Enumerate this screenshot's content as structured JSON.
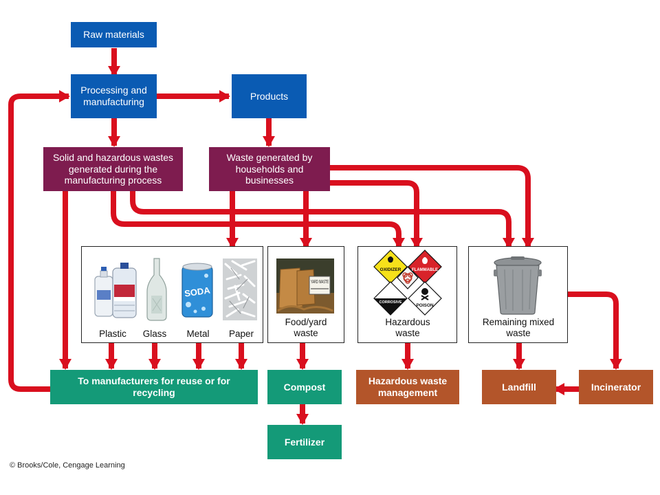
{
  "boxes": {
    "raw_materials": "Raw materials",
    "processing": "Processing and manufacturing",
    "products": "Products",
    "solid_hazardous": "Solid and hazardous wastes generated during the manufacturing process",
    "waste_households": "Waste generated by households and businesses",
    "manufacturers_reuse": "To manufacturers for reuse or for recycling",
    "compost": "Compost",
    "fertilizer": "Fertilizer",
    "hazardous_management": "Hazardous waste management",
    "landfill": "Landfill",
    "incinerator": "Incinerator"
  },
  "panels": {
    "recyclables": [
      "Plastic",
      "Glass",
      "Metal",
      "Paper"
    ],
    "food_yard": "Food/yard waste",
    "hazardous": "Hazardous waste",
    "mixed": "Remaining mixed waste"
  },
  "image_text": {
    "soda_can": "SODA",
    "yard_sign": "YARD WASTE",
    "hazard_signs": [
      "OXIDIZER",
      "FLAMMABLE",
      "CORROSIVE",
      "POISON"
    ]
  },
  "copyright": "© Brooks/Cole, Cengage Learning",
  "colors": {
    "arrow": "#d90f1e",
    "process_box": "#0a5bb3",
    "waste_box": "#7e1c4f",
    "reuse_box": "#149a78",
    "disposal_box": "#b3552a"
  }
}
